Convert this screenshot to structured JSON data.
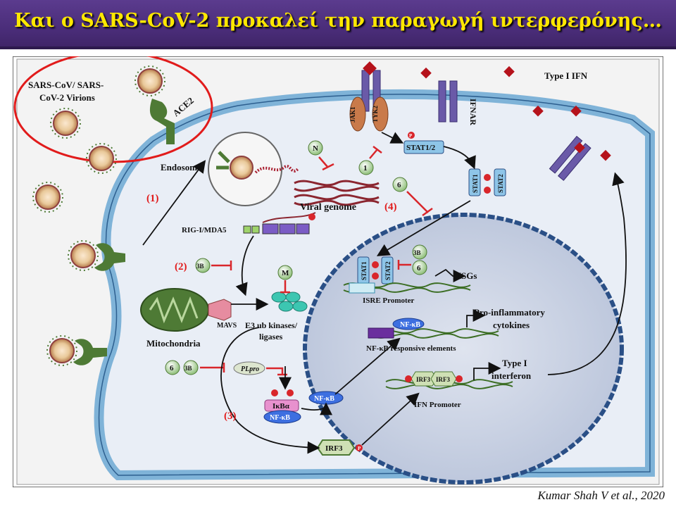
{
  "slide": {
    "title": "Και ο SARS-CoV-2 προκαλεί την παραγωγή ιντερφερόνης…",
    "citation": "Kumar Shah V et al., 2020"
  },
  "diagram": {
    "virions_label_line1": "SARS-CoV/ SARS-",
    "virions_label_line2": "CoV-2  Virions",
    "ace2": "ACE2",
    "endosome": "Endosome",
    "viral_genome": "Viral genome",
    "rig": "RIG-I/MDA5",
    "mavs": "MAVS",
    "mitochondria": "Mitochondria",
    "e3_line1": "E3 ub kinases/",
    "e3_line2": "ligases",
    "plpro": "PLpro",
    "ikba": "IκBα",
    "nfkb": "NF-κB",
    "irf3": "IRF3",
    "ifnar": "IFNAR",
    "type1ifn": "Type I IFN",
    "jak1": "JAK1",
    "tyk2": "TYK2",
    "stat12": "STAT1/2",
    "stat1": "STAT1",
    "stat2": "STAT2",
    "isgs": "ISGs",
    "isre": "ISRE Promoter",
    "proinf_line1": "Pro-inflammatory",
    "proinf_line2": "cytokines",
    "nfkb_elements": "NF-κB responsive elements",
    "typei_line1": "Type I",
    "typei_line2": "interferon",
    "ifn_promoter": "IFN Promoter",
    "p": "P",
    "step1": "(1)",
    "step2": "(2)",
    "step3": "(3)",
    "step4": "(4)",
    "prot_n": "N",
    "prot_m": "M",
    "prot_1": "1",
    "prot_6": "6",
    "prot_3b": "3B"
  },
  "colors": {
    "title_bg": "#4a2d79",
    "title_text": "#ffe800",
    "cell_membrane": "#7fb3d8",
    "nucleus_fill": "#c9d1e3",
    "nucleus_border": "#2a4f86",
    "receptor_green": "#4e7a35",
    "ifnar_purple": "#6a5aa8",
    "inhibitor_red": "#d9262b",
    "highlight_circle": "#e11b1b"
  }
}
